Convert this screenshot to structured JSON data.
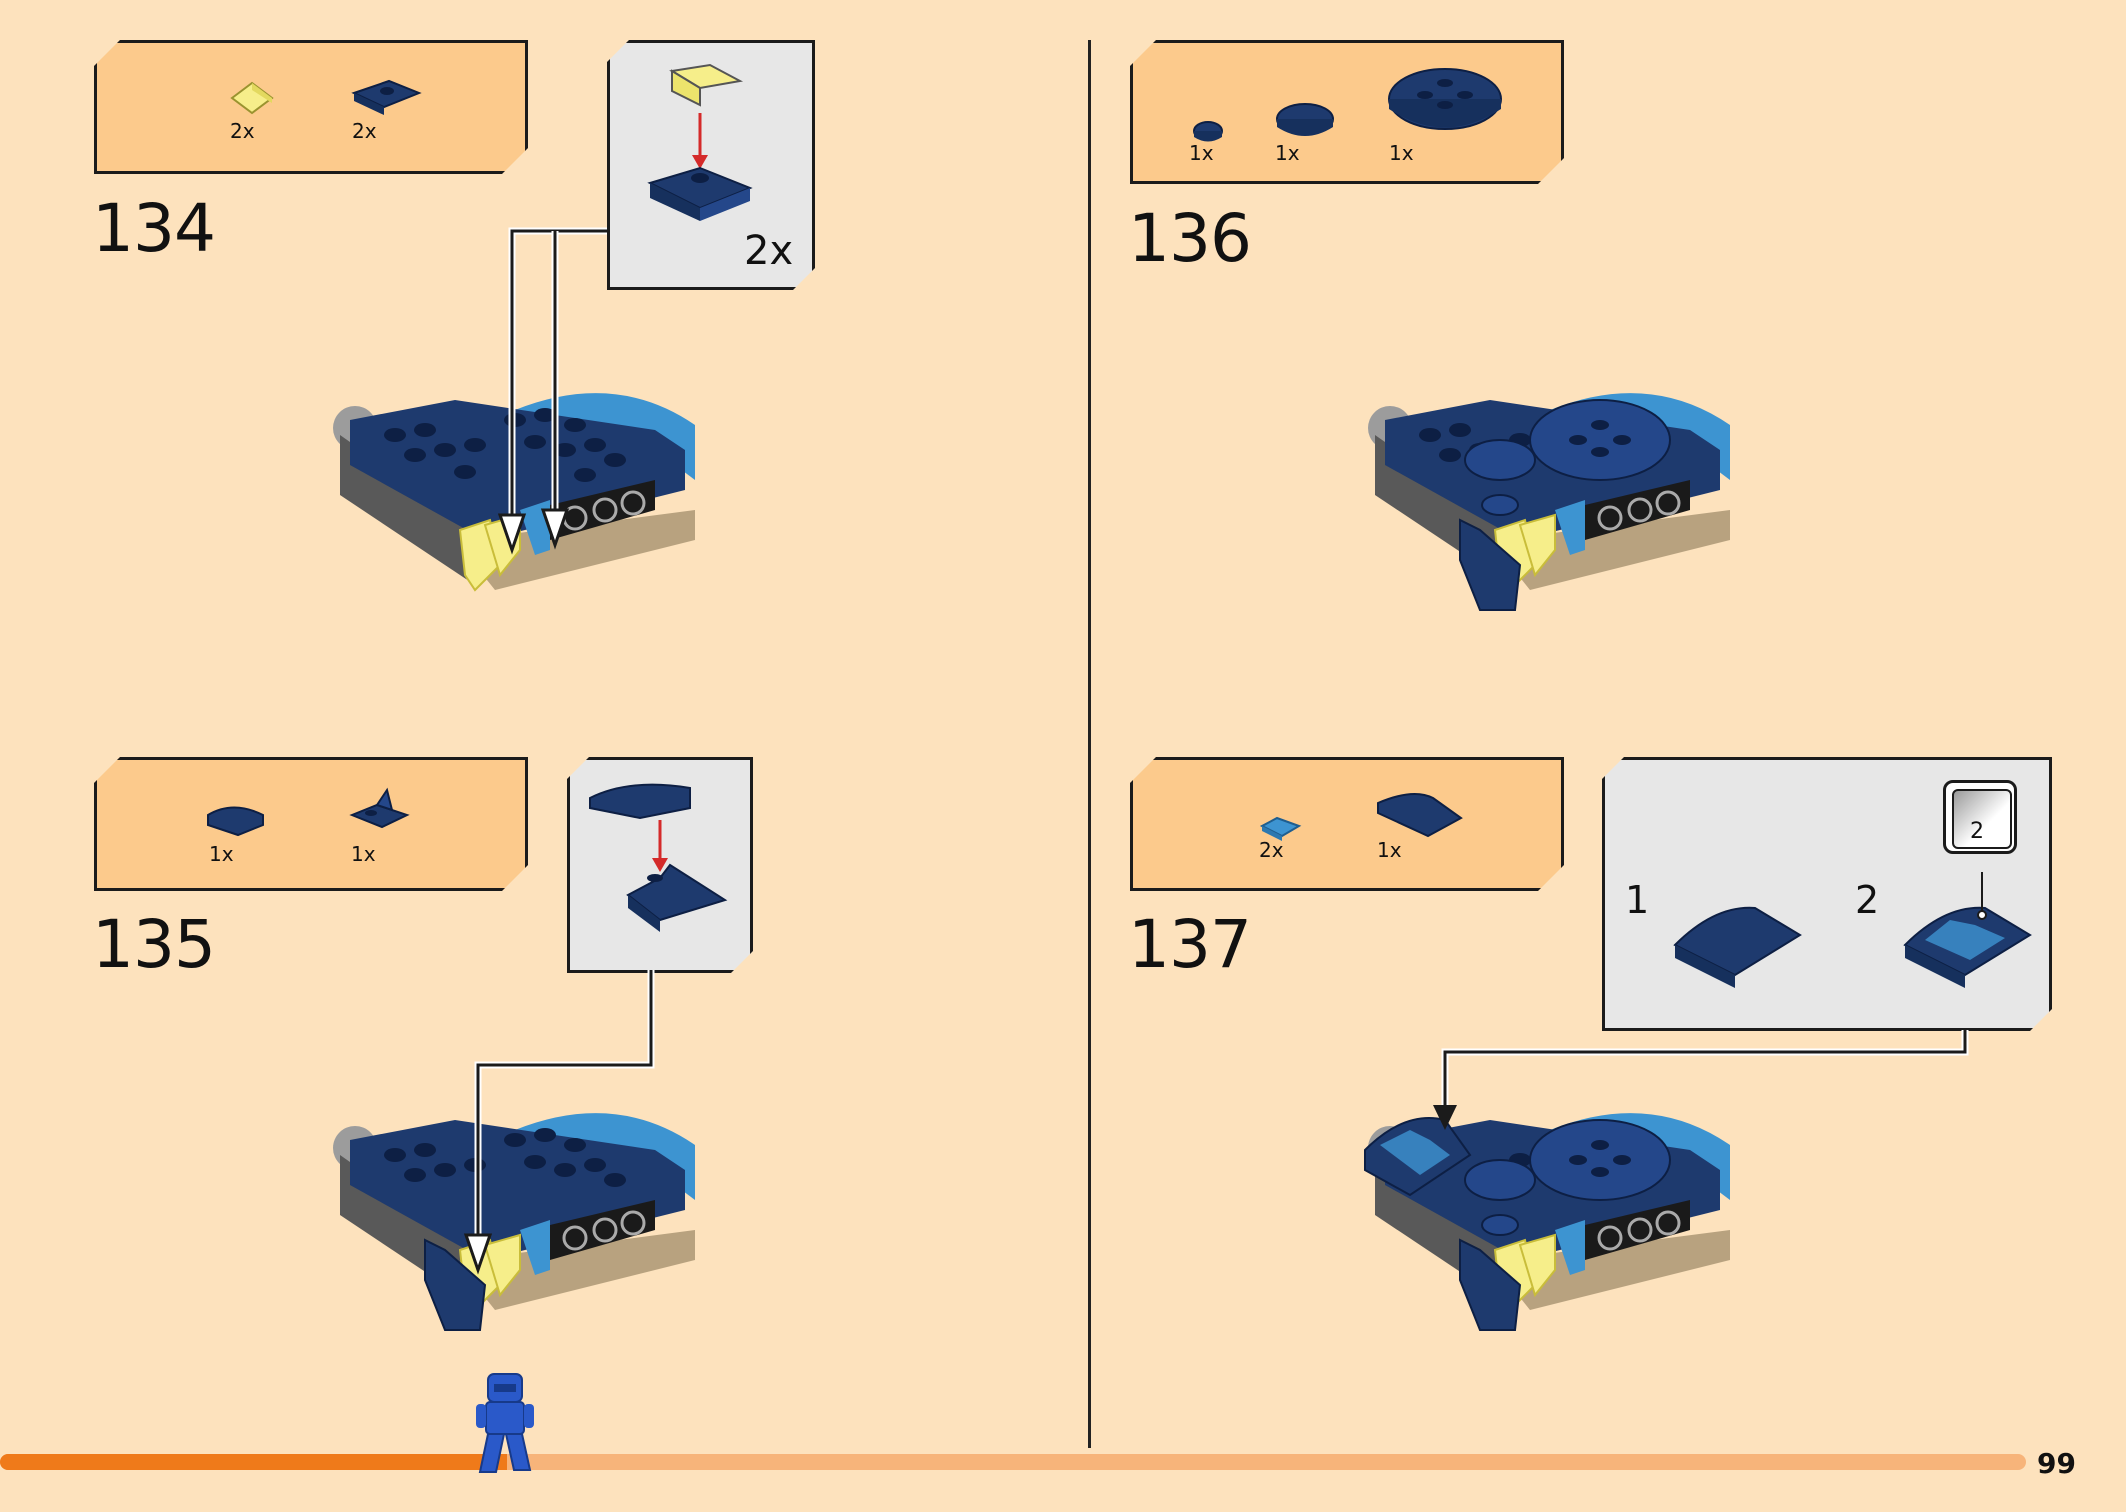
{
  "page_number": "99",
  "progress_fraction": 0.25,
  "colors": {
    "background": "#fde2bd",
    "parts_box": "#fcca8c",
    "callout": "#e7e7e7",
    "dark_blue": "#1e3a6e",
    "medium_blue": "#3d94d1",
    "yellow": "#f6ee8a",
    "arrow_red": "#d42a2a",
    "progress": "#ef7a1a"
  },
  "steps": [
    {
      "number": "134",
      "parts": [
        {
          "icon": "yellow-slope-icon",
          "qty": "2x"
        },
        {
          "icon": "blue-plate-icon",
          "qty": "2x"
        }
      ],
      "callout_qty": "2x"
    },
    {
      "number": "135",
      "parts": [
        {
          "icon": "blue-curved-slope-icon",
          "qty": "1x"
        },
        {
          "icon": "blue-bracket-icon",
          "qty": "1x"
        }
      ]
    },
    {
      "number": "136",
      "parts": [
        {
          "icon": "blue-round-tile-small-icon",
          "qty": "1x"
        },
        {
          "icon": "blue-round-tile-medium-icon",
          "qty": "1x"
        },
        {
          "icon": "blue-round-plate-large-icon",
          "qty": "1x"
        }
      ]
    },
    {
      "number": "137",
      "parts": [
        {
          "icon": "light-blue-tile-icon",
          "qty": "2x"
        },
        {
          "icon": "blue-curved-slope-icon",
          "qty": "1x"
        }
      ],
      "substeps": [
        "1",
        "2"
      ],
      "sticker_number": "2"
    }
  ]
}
